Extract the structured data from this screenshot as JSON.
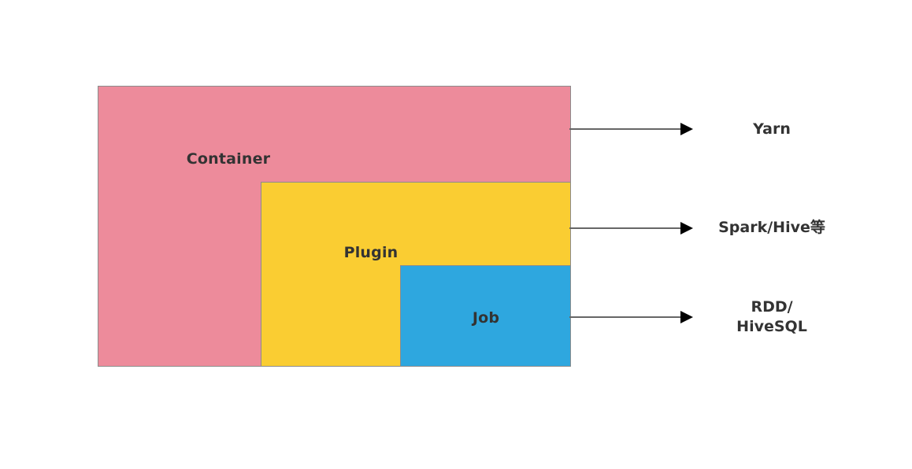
{
  "diagram": {
    "title": "Container / Plugin / Job nested architecture",
    "boxes": [
      {
        "id": "container",
        "label": "Container",
        "color": "#ED8B9B",
        "border_color": "#8c8c8c"
      },
      {
        "id": "plugin",
        "label": "Plugin",
        "color": "#FACD32",
        "border_color": "#8c8c8c"
      },
      {
        "id": "job",
        "label": "Job",
        "color": "#2EA7DF",
        "border_color": "#8c8c8c"
      }
    ],
    "connectors": [
      {
        "id": "yarn-connector",
        "from": "container",
        "to": "yarn-label",
        "style": "solid-arrow",
        "color": "#666666"
      },
      {
        "id": "spark-connector",
        "from": "plugin",
        "to": "spark-label",
        "style": "solid-arrow",
        "color": "#666666"
      },
      {
        "id": "rdd-connector",
        "from": "job",
        "to": "rdd-label",
        "style": "solid-arrow",
        "color": "#666666"
      }
    ],
    "side_labels": [
      {
        "id": "yarn",
        "text": "Yarn"
      },
      {
        "id": "spark",
        "text": "Spark/Hive等"
      },
      {
        "id": "rdd",
        "text": "RDD/\nHiveSQL"
      }
    ]
  }
}
